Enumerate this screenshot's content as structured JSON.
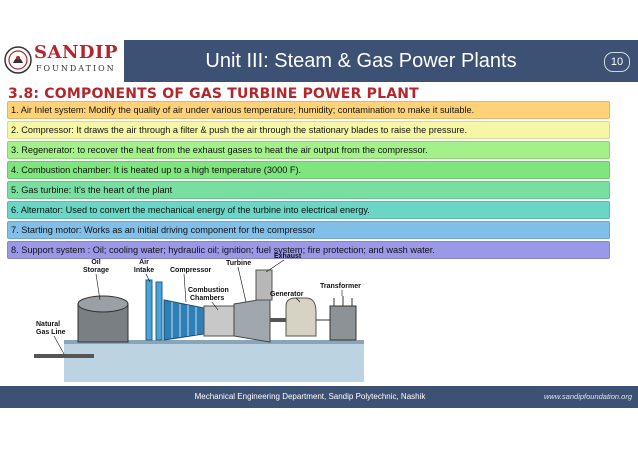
{
  "header": {
    "logo_name": "SANDIP",
    "logo_sub": "FOUNDATION",
    "title": "Unit III: Steam & Gas Power Plants",
    "page_number": "10"
  },
  "section_title": "3.8: COMPONENTS OF GAS TURBINE POWER PLANT",
  "items": [
    {
      "text": "1. Air Inlet system: Modify the quality of air under various temperature; humidity; contamination to make it suitable.",
      "color": "#ffd27a"
    },
    {
      "text": "2. Compressor: It draws the air through a filter & push the air through the stationary blades to raise the pressure.",
      "color": "#f6f7a6"
    },
    {
      "text": "3. Regenerator: to recover the heat from the exhaust gases to heat the air output from the compressor.",
      "color": "#a4f08a"
    },
    {
      "text": "4. Combustion chamber: It is heated up to a high temperature (3000 F).",
      "color": "#7fe57f"
    },
    {
      "text": "5. Gas turbine: It’s the heart of the plant",
      "color": "#79dfa0"
    },
    {
      "text": "6. Alternator: Used to convert the mechanical energy of the turbine into electrical energy.",
      "color": "#6bd6c6"
    },
    {
      "text": "7. Starting motor: Works as an initial driving component for the compressor",
      "color": "#82bfe8"
    },
    {
      "text": "8. Support system : Oil; cooling water; hydraulic oil; ignition; fuel system; fire protection; and wash water.",
      "color": "#9a99e8"
    }
  ],
  "diagram": {
    "labels": {
      "oil_storage": [
        "Oil",
        "Storage"
      ],
      "air_intake": [
        "Air",
        "Intake"
      ],
      "compressor": "Compressor",
      "turbine": "Turbine",
      "exhaust": "Exhaust",
      "combustion": [
        "Combustion",
        "Chambers"
      ],
      "generator": "Generator",
      "transformer": "Transformer",
      "natural_gas": [
        "Natural",
        "Gas Line"
      ]
    }
  },
  "footer": {
    "department": "Mechanical Engineering Department, Sandip Polytechnic, Nashik",
    "website": "www.sandipfoundation.org"
  }
}
